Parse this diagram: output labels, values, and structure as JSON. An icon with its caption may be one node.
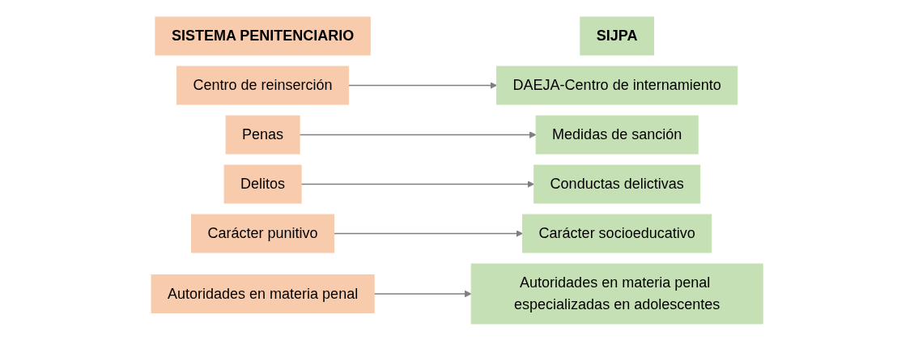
{
  "diagram": {
    "nodes": [
      {
        "text": [
          "SISTEMA PENITENCIARIO"
        ]
      },
      {
        "text": [
          "SIJPA"
        ]
      },
      {
        "text": [
          "Centro de reinserción"
        ]
      },
      {
        "text": [
          "DAEJA-Centro de internamiento"
        ]
      },
      {
        "text": [
          "Penas"
        ]
      },
      {
        "text": [
          "Medidas de sanción"
        ]
      },
      {
        "text": [
          "Delitos"
        ]
      },
      {
        "text": [
          "Conductas delictivas"
        ]
      },
      {
        "text": [
          "Carácter punitivo"
        ]
      },
      {
        "text": [
          "Carácter socioeducativo"
        ]
      },
      {
        "text": [
          "Autoridades en materia penal"
        ]
      },
      {
        "text": [
          "Autoridades en materia penal especializadas en adolescentes"
        ]
      }
    ],
    "edges": [
      {
        "from": 2,
        "to": 3,
        "arrow": "to"
      },
      {
        "from": 4,
        "to": 5,
        "arrow": "to"
      },
      {
        "from": 6,
        "to": 7,
        "arrow": "to"
      },
      {
        "from": 8,
        "to": 9,
        "arrow": "to"
      },
      {
        "from": 10,
        "to": 11,
        "arrow": "to"
      }
    ]
  }
}
